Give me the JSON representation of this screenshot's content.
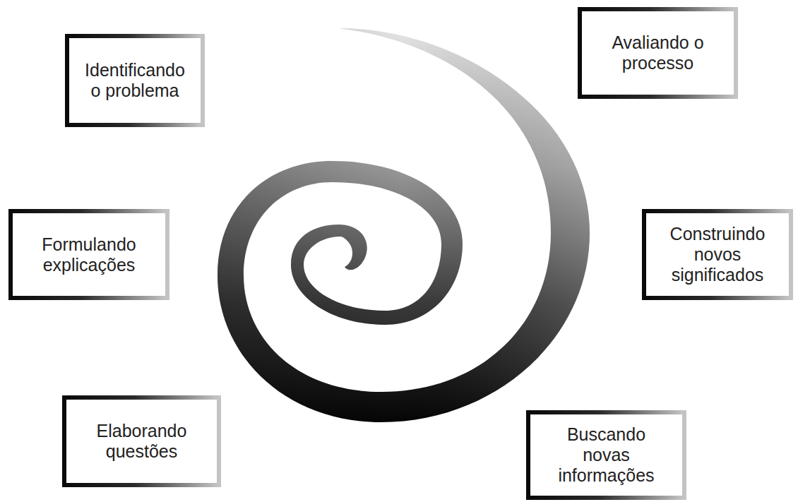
{
  "diagram": {
    "nodes": [
      {
        "text": [
          "Identificando o problema"
        ]
      },
      {
        "text": [
          "Avaliando o processo"
        ]
      },
      {
        "text": [
          "Formulando explicações"
        ]
      },
      {
        "text": [
          "Construindo novos significados"
        ]
      },
      {
        "text": [
          "Elaborando questões"
        ]
      },
      {
        "text": [
          "Buscando novas informações"
        ]
      }
    ]
  }
}
